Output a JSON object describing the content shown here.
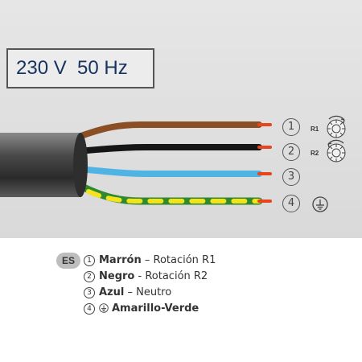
{
  "voltage_label": "230 V  50 Hz",
  "wires": [
    {
      "number": "1",
      "color": "#8b4f26",
      "rotation_label": "R1"
    },
    {
      "number": "2",
      "color": "#161616",
      "rotation_label": "R2"
    },
    {
      "number": "3",
      "color": "#4fb3e3",
      "rotation_label": ""
    },
    {
      "number": "4",
      "color": "#2f8a2f",
      "stripe_color": "#f4e21a",
      "rotation_label": ""
    }
  ],
  "tip_color": "#e8451e",
  "cable_sheath_color": "#3a3a3a",
  "legend": {
    "language": "ES",
    "rows": [
      {
        "number": "1",
        "color_name": "Marrón",
        "separator": "–",
        "function": "Rotación R1"
      },
      {
        "number": "2",
        "color_name": "Negro",
        "separator": "-",
        "function": "Rotación R2"
      },
      {
        "number": "3",
        "color_name": "Azul",
        "separator": "–",
        "function": "Neutro"
      },
      {
        "number": "4",
        "color_name": "Amarillo-Verde",
        "separator": "",
        "function": ""
      }
    ]
  }
}
